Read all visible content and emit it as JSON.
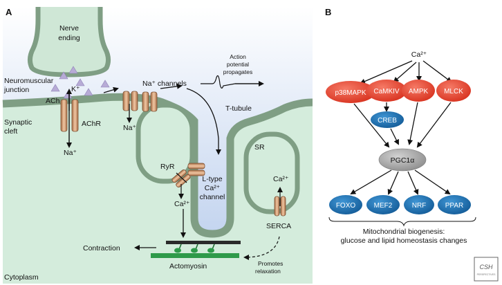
{
  "panel_a": {
    "letter": "A",
    "nerve_ending": [
      "Nerve",
      "ending"
    ],
    "neuromuscular_junction": [
      "Neuromuscular",
      "junction"
    ],
    "k_ion": "K⁺",
    "ach": "ACh",
    "synaptic_cleft": [
      "Synaptic",
      "cleft"
    ],
    "achr": "AChR",
    "na_ion_bottom": "Na⁺",
    "na_channels": "Na⁺ channels",
    "na_ion_mid": "Na⁺",
    "action_potential": [
      "Action",
      "potential",
      "propagates"
    ],
    "t_tubule": "T-tubule",
    "sr": "SR",
    "ryr": "RyR",
    "ca_ryr": "Ca²⁺",
    "ca_serca": "Ca²⁺",
    "l_type_channel": [
      "L-type",
      "Ca²⁺",
      "channel"
    ],
    "serca": "SERCA",
    "contraction": "Contraction",
    "actomyosin": "Actomyosin",
    "promotes_relaxation": [
      "Promotes",
      "relaxation"
    ],
    "cytoplasm": "Cytoplasm"
  },
  "panel_b": {
    "letter": "B",
    "calcium": "Ca²⁺",
    "kinases": [
      "p38MAPK",
      "CaMKIV",
      "AMPK",
      "MLCK"
    ],
    "creb": "CREB",
    "pgc": "PGC1α",
    "targets": [
      "FOXO",
      "MEF2",
      "NRF",
      "PPAR"
    ],
    "outcome": [
      "Mitochondrial biogenesis:",
      "glucose and lipid homeostasis changes"
    ],
    "logo": "CSH PERSPECTIVES"
  },
  "colors": {
    "cytoplasm": "#d4ecdc",
    "extracellular": "#c6d6ef",
    "membrane": "#7f9e84",
    "kinase_red": "#e8402f",
    "target_blue": "#1f74b6",
    "pgc_gray": "#a9a9a9",
    "actin": "#2e9a4a"
  }
}
